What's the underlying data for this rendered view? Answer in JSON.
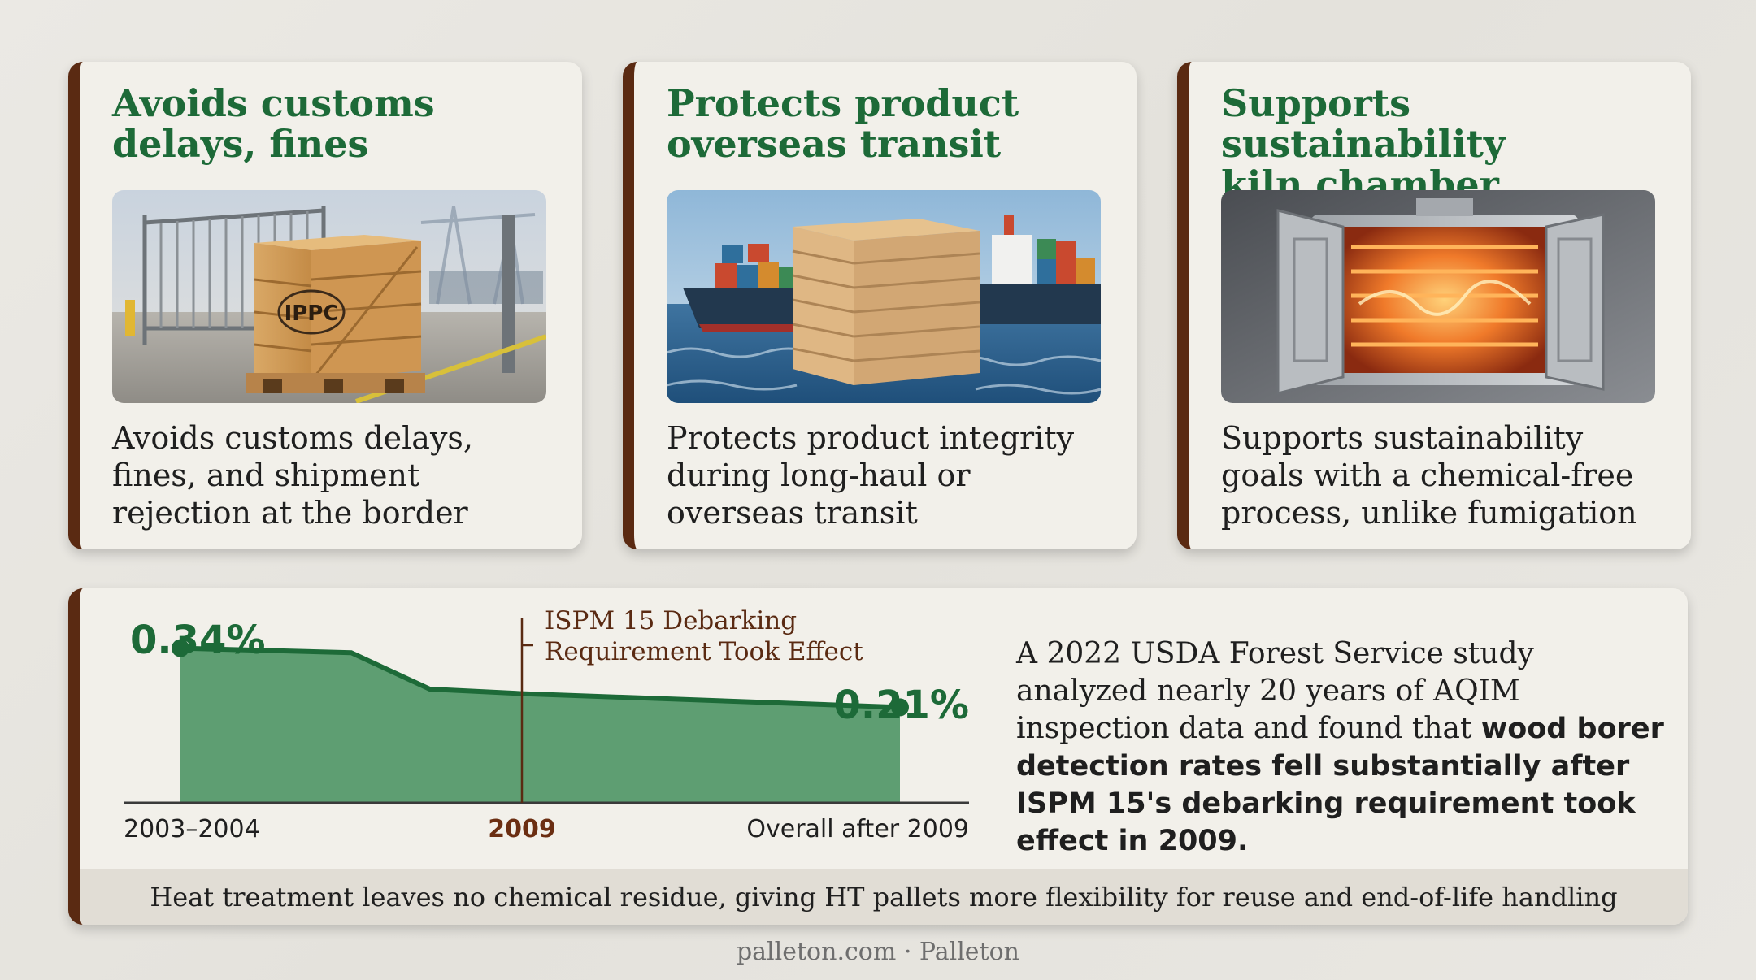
{
  "cards": [
    {
      "title_line1": "Avoids customs",
      "title_line2": "delays, fines",
      "image_label": "IPPC",
      "body": "Avoids customs delays, fines, and shipment rejection at the border"
    },
    {
      "title_line1": "Protects product",
      "title_line2": "overseas transit",
      "body": "Protects product integrity during long-haul or overseas transit"
    },
    {
      "title_line1": "Supports sustainability",
      "title_line2": "kiln chamber",
      "body": "Supports sustainability goals with a chemical-free process, unlike fumigation"
    }
  ],
  "chart_data": {
    "type": "area",
    "x": [
      "2003–2004",
      "2009",
      "Overall after 2009"
    ],
    "points": [
      {
        "x": 0.0,
        "y": 0.34
      },
      {
        "x": 0.5,
        "y": 0.33
      },
      {
        "x": 0.73,
        "y": 0.25
      },
      {
        "x": 1.0,
        "y": 0.24
      },
      {
        "x": 2.0,
        "y": 0.21
      }
    ],
    "start_label": "0.34%",
    "end_label": "0.21%",
    "annotation_line1": "ISPM 15 Debarking",
    "annotation_line2": "Requirement Took Effect",
    "annotation_x": "2009",
    "fill_color": "#5e9e72",
    "line_color": "#1d6a38"
  },
  "study": {
    "lead": "A 2022 USDA Forest Service study analyzed nearly 20 years of AQIM inspection data and found that ",
    "emphasis": "wood borer detection rates fell substantially after ISPM 15's debarking requirement took effect in 2009."
  },
  "footer_note": "Heat treatment leaves no chemical residue, giving HT pallets more flexibility for reuse and end-of-life handling",
  "credit": "palleton.com · Palleton"
}
